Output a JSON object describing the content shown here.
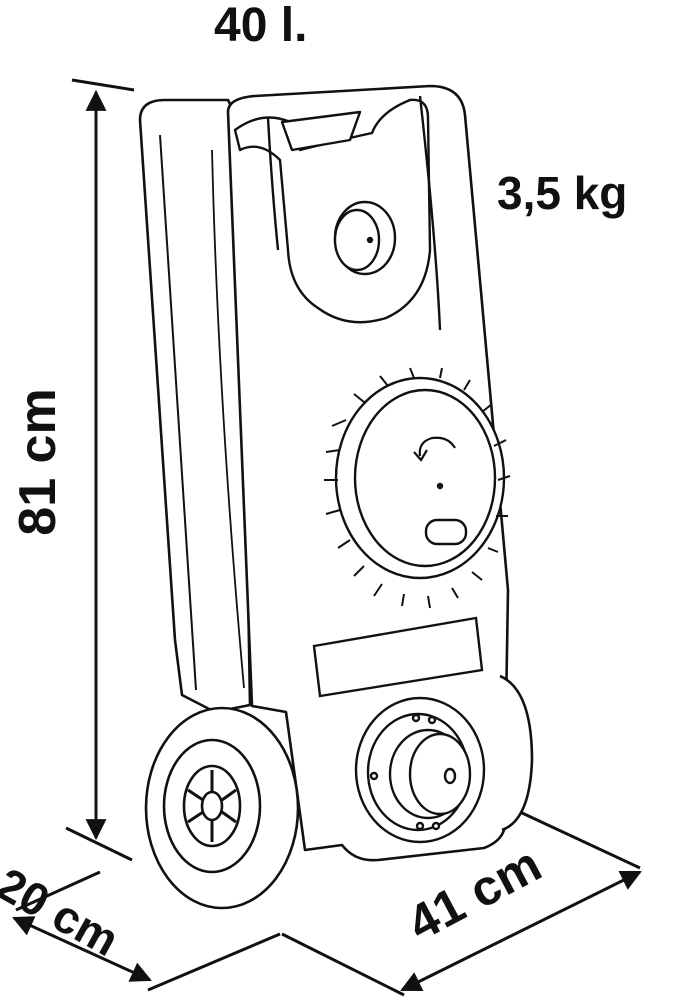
{
  "product": {
    "capacity_label": "40 l.",
    "weight_label": "3,5 kg",
    "height_label": "81 cm",
    "depth_label": "20 cm",
    "width_label": "41 cm"
  },
  "colors": {
    "ink": "#111111",
    "background": "#ffffff"
  }
}
